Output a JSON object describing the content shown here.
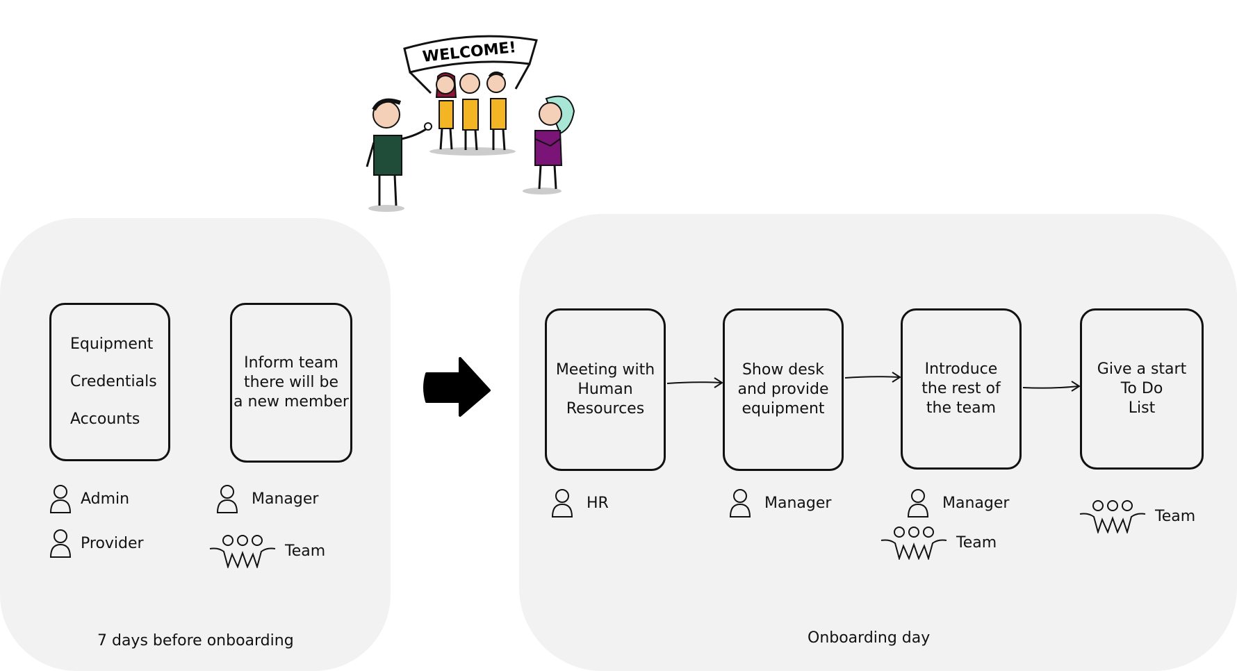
{
  "illustration": {
    "banner_text": "WELCOME!"
  },
  "before_onboarding": {
    "caption": "7 days before onboarding",
    "cards": [
      {
        "lines": [
          "Equipment",
          "Credentials",
          "Accounts"
        ]
      },
      {
        "lines": [
          "Inform team",
          "there will be",
          "a new member"
        ]
      }
    ],
    "roles": {
      "admin": "Admin",
      "provider": "Provider",
      "manager": "Manager",
      "team": "Team"
    }
  },
  "onboarding_day": {
    "caption": "Onboarding day",
    "steps": [
      {
        "lines": [
          "Meeting with",
          "Human",
          "Resources"
        ],
        "roles": [
          "HR"
        ]
      },
      {
        "lines": [
          "Show desk",
          "and provide",
          "equipment"
        ],
        "roles": [
          "Manager"
        ]
      },
      {
        "lines": [
          "Introduce",
          "the rest of",
          "the team"
        ],
        "roles": [
          "Manager",
          "Team"
        ]
      },
      {
        "lines": [
          "Give a start",
          "To Do",
          "List"
        ],
        "roles": [
          "Team"
        ]
      }
    ]
  }
}
